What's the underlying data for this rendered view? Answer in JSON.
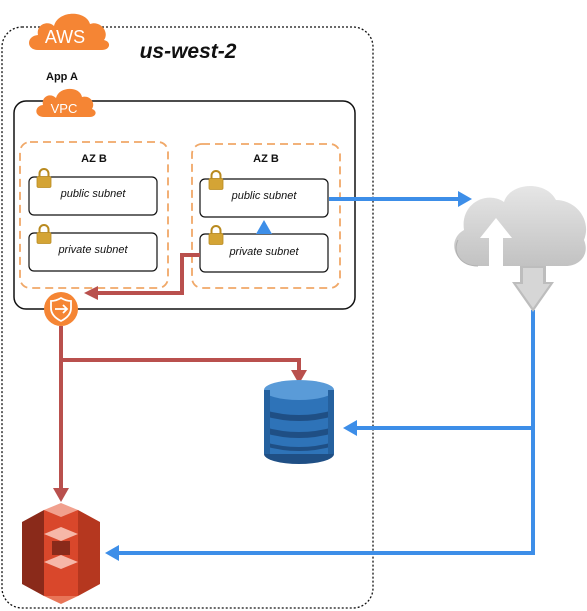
{
  "badges": {
    "aws": "AWS",
    "vpc": "VPC"
  },
  "region": {
    "title": "us-west-2"
  },
  "app": {
    "title": "App A"
  },
  "zones": [
    {
      "title": "AZ B",
      "subnets": [
        "public subnet",
        "private subnet"
      ]
    },
    {
      "title": "AZ B",
      "subnets": [
        "public subnet",
        "private subnet"
      ]
    }
  ],
  "icons": {
    "cloud": "internet-cloud-icon",
    "gateway": "vpc-endpoint-icon",
    "database": "dynamodb-icon",
    "storage": "s3-bucket-icon",
    "lock": "lock-icon"
  },
  "colors": {
    "aws_orange": "#f58534",
    "az_dash": "#f0a868",
    "internet_flow": "#3d8ee8",
    "endpoint_flow": "#b9504d",
    "dynamodb_blue": "#2e73b8",
    "s3_red": "#d9472b",
    "cloud_gray": "#cfcfcf",
    "lock_gold": "#d4a435"
  }
}
